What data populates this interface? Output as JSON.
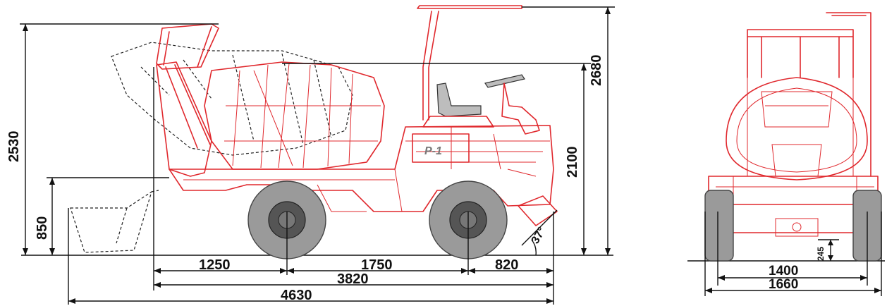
{
  "side_view": {
    "plate_label": "P-1",
    "angle_label": "37°",
    "dims": {
      "h_2530": "2530",
      "h_850": "850",
      "h_2680": "2680",
      "h_2100": "2100",
      "d_1250": "1250",
      "d_1750": "1750",
      "d_820": "820",
      "d_3820": "3820",
      "d_4630": "4630"
    }
  },
  "front_view": {
    "dims": {
      "h_245": "245",
      "w_1400": "1400",
      "w_1660": "1660"
    }
  },
  "colors": {
    "outline": "#e0282d",
    "tire": "#9a9a9a",
    "dimension": "#111111"
  }
}
